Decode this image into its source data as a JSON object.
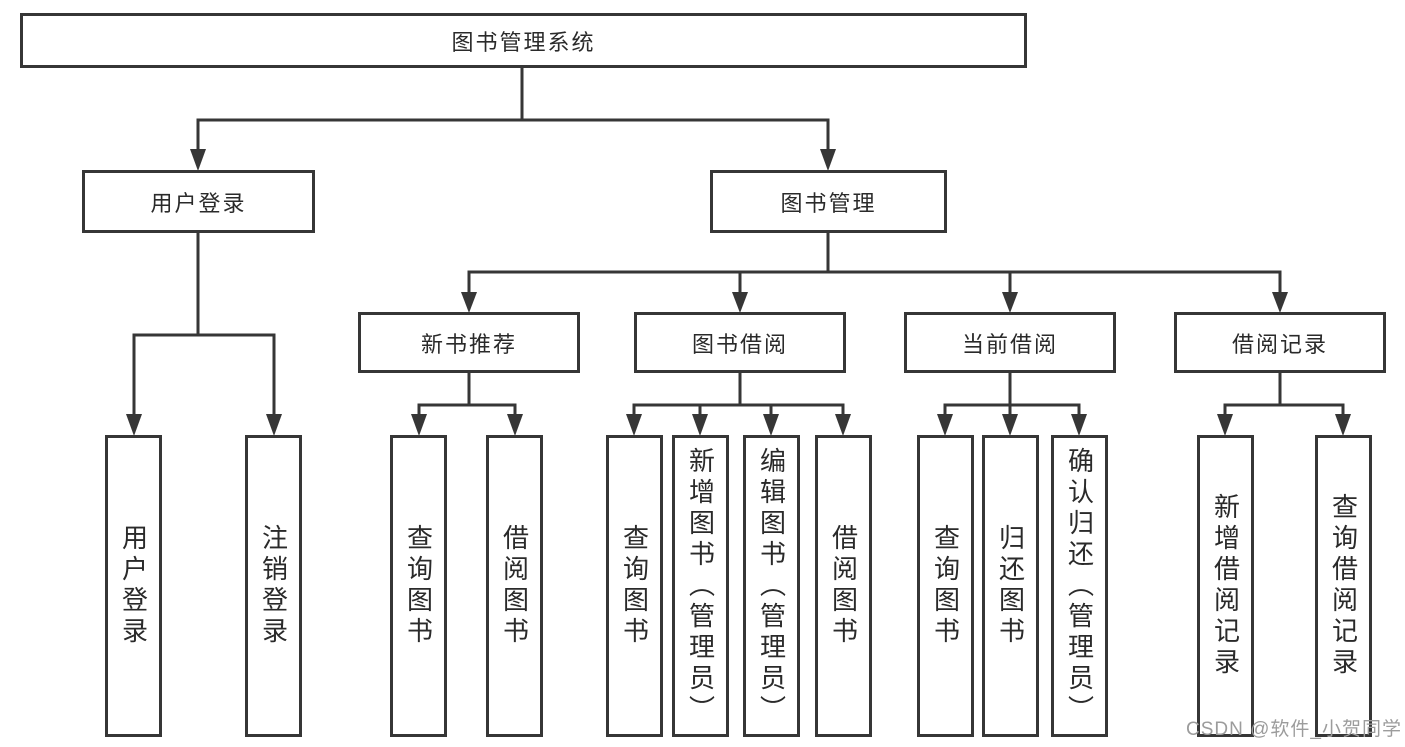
{
  "root": {
    "label": "图书管理系统"
  },
  "branches": [
    {
      "label": "用户登录",
      "children": [
        {
          "label": "用户登录"
        },
        {
          "label": "注销登录"
        }
      ]
    },
    {
      "label": "图书管理",
      "sections": [
        {
          "label": "新书推荐",
          "children": [
            {
              "label": "查询图书"
            },
            {
              "label": "借阅图书"
            }
          ]
        },
        {
          "label": "图书借阅",
          "children": [
            {
              "label": "查询图书"
            },
            {
              "label": "新增图书（管理员）"
            },
            {
              "label": "编辑图书（管理员）"
            },
            {
              "label": "借阅图书"
            }
          ]
        },
        {
          "label": "当前借阅",
          "children": [
            {
              "label": "查询图书"
            },
            {
              "label": "归还图书"
            },
            {
              "label": "确认归还（管理员）"
            }
          ]
        },
        {
          "label": "借阅记录",
          "children": [
            {
              "label": "新增借阅记录"
            },
            {
              "label": "查询借阅记录"
            }
          ]
        }
      ]
    }
  ],
  "watermark": "CSDN @软件_小贺同学",
  "colors": {
    "line": "#363636",
    "box_border": "#363636",
    "text": "#2a2a2a",
    "background": "#ffffff",
    "watermark": "#9c9c9c"
  }
}
